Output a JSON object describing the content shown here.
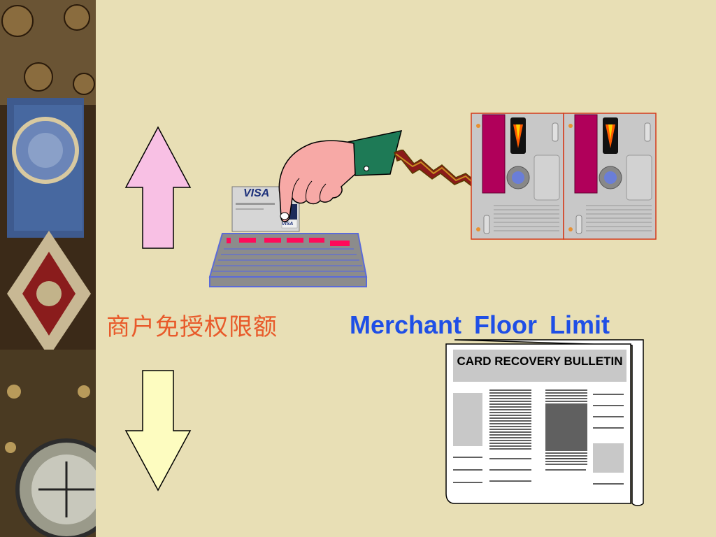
{
  "labels": {
    "chinese": "商户免授权限额",
    "english": "Merchant  Floor  Limit"
  },
  "bulletin": {
    "title": "CARD RECOVERY BULLETIN"
  },
  "card": {
    "brand": "VISA",
    "brand_small": "VISA"
  },
  "icons": {
    "up_arrow": "up-arrow-icon",
    "down_arrow": "down-arrow-icon",
    "terminal": "card-terminal-icon",
    "hand": "pointing-hand-icon",
    "lightning": "lightning-link-icon",
    "server": "server-rack-icon",
    "newspaper": "newspaper-icon"
  },
  "colors": {
    "background": "#e8dfb5",
    "up_arrow_fill": "#f8c0e4",
    "down_arrow_fill": "#fdfcc0",
    "chinese_label": "#e85a2a",
    "english_label": "#1f4fe6",
    "server_accent": "#b0005a"
  }
}
